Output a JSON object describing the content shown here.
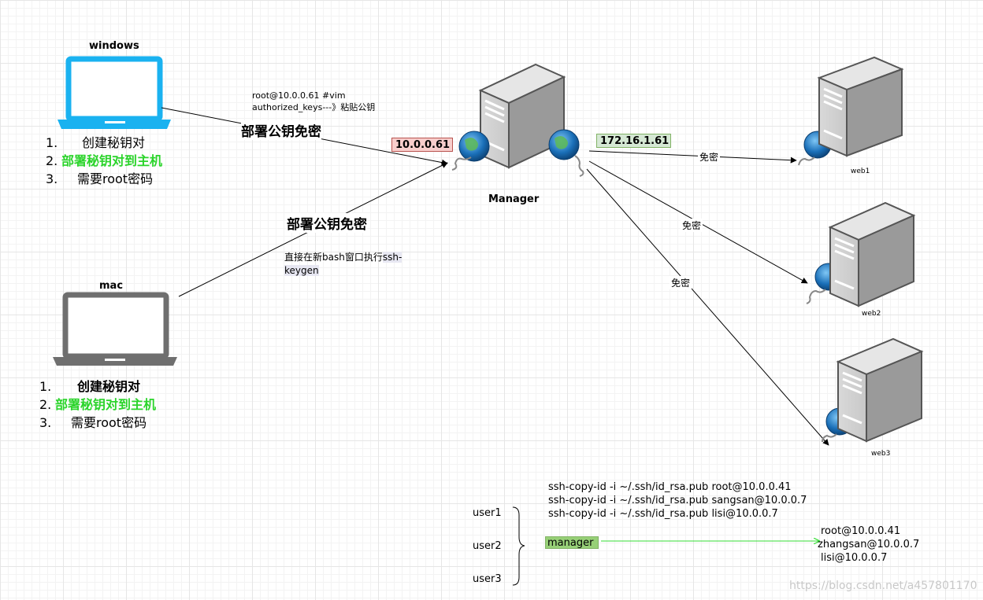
{
  "windows_client": {
    "label": "windows",
    "steps": [
      "创建秘钥对",
      "部署秘钥对到主机",
      "需要root密码"
    ],
    "step_nums": [
      "1.",
      "2.",
      "3."
    ]
  },
  "mac_client": {
    "label": "mac",
    "steps": [
      "创建秘钥对",
      "部署秘钥对到主机",
      "需要root密码"
    ],
    "step_nums": [
      "1.",
      "2.",
      "3."
    ]
  },
  "annotations": {
    "windows_cmd_line1": "root@10.0.0.61 #vim",
    "windows_cmd_line2": "authorized_keys---》粘贴公钥",
    "windows_deploy": "部署公钥免密",
    "mac_deploy": "部署公钥免密",
    "mac_cmd_line1_pre": "直接在新bash窗口执行",
    "mac_cmd_line1_hl": "ssh-",
    "mac_cmd_line2": "keygen"
  },
  "manager": {
    "label": "Manager",
    "ip_internal": "10.0.0.61",
    "ip_external": "172.16.1.61"
  },
  "servers": [
    {
      "label": "web1",
      "edge_label": "免密"
    },
    {
      "label": "web2",
      "edge_label": "免密"
    },
    {
      "label": "web3",
      "edge_label": "免密"
    }
  ],
  "bottom": {
    "commands": [
      "ssh-copy-id -i ~/.ssh/id_rsa.pub root@10.0.0.41",
      "ssh-copy-id -i ~/.ssh/id_rsa.pub sangsan@10.0.0.7",
      "ssh-copy-id -i ~/.ssh/id_rsa.pub lisi@10.0.0.7"
    ],
    "users": [
      "user1",
      "user2",
      "user3"
    ],
    "manager_box": "manager",
    "targets": [
      "root@10.0.0.41",
      "zhangsan@10.0.0.7",
      "lisi@10.0.0.7"
    ]
  },
  "watermark": "https://blog.csdn.net/a457801170",
  "colors": {
    "windows_laptop": "#1ab2f0",
    "mac_laptop": "#6f6f6f",
    "highlight_green": "#2bd42b",
    "ip_red_fill": "#f8cecc",
    "ip_green_fill": "#d5e8d4",
    "manager_box_fill": "#97d077"
  }
}
